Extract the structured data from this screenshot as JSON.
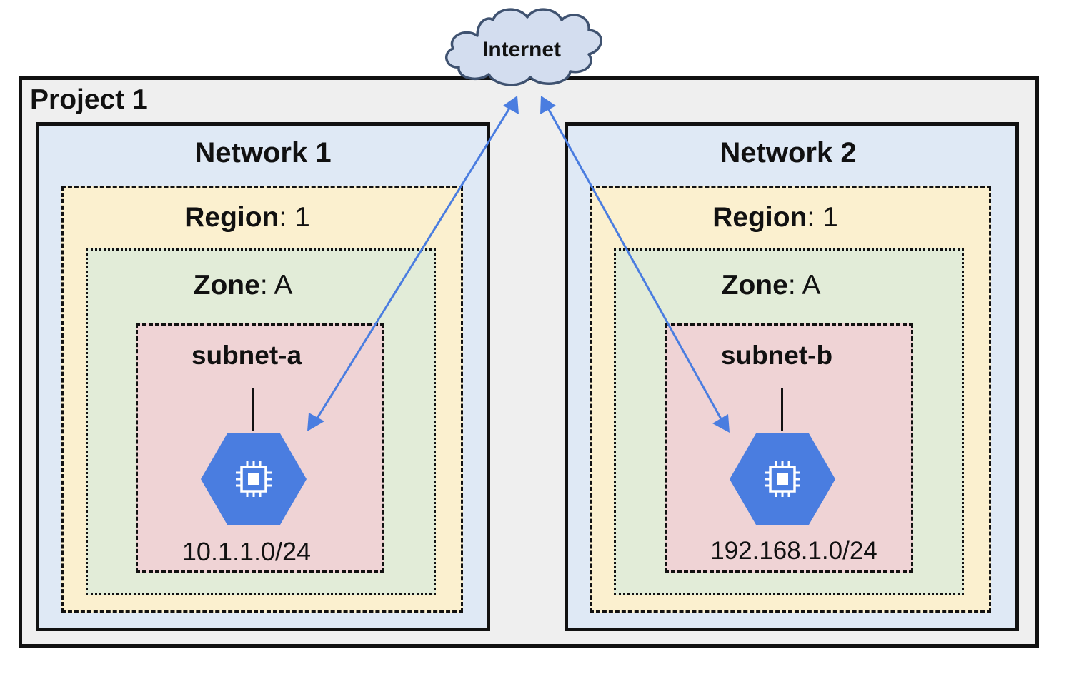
{
  "internet": {
    "label": "Internet"
  },
  "project": {
    "title": "Project 1"
  },
  "networks": [
    {
      "title": "Network 1",
      "region": {
        "key": "Region",
        "sep": ":",
        "value": " 1"
      },
      "zone": {
        "key": "Zone",
        "sep": ":",
        "value": " A"
      },
      "subnet": {
        "name": "subnet-a",
        "cidr": "10.1.1.0/24"
      }
    },
    {
      "title": "Network 2",
      "region": {
        "key": "Region",
        "sep": ":",
        "value": " 1"
      },
      "zone": {
        "key": "Zone",
        "sep": ":",
        "value": " A"
      },
      "subnet": {
        "name": "subnet-b",
        "cidr": "192.168.1.0/24"
      }
    }
  ],
  "colors": {
    "project_bg": "#efefef",
    "network_bg": "#dfe9f5",
    "region_bg": "#fbf0cf",
    "zone_bg": "#e2ecd8",
    "subnet_bg": "#efd3d5",
    "cloud_fill": "#d3ddef",
    "cloud_stroke": "#3f5270",
    "vm_hex": "#4a7de0",
    "arrow": "#4a7de0"
  },
  "icons": {
    "cloud": "cloud-icon",
    "vm": "compute-engine-chip-icon"
  }
}
